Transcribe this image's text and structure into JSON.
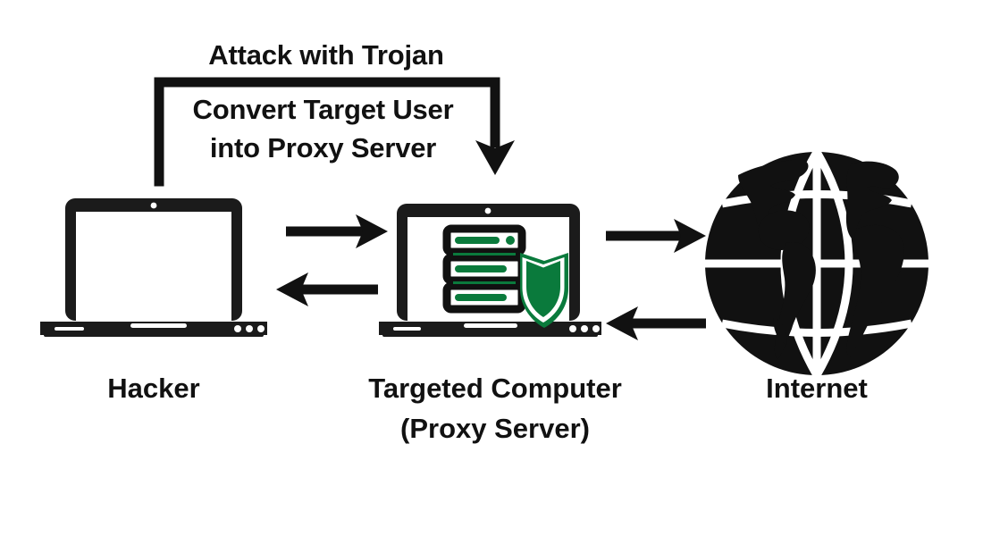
{
  "diagram": {
    "title": "Trojan attack converting a target computer into a proxy server",
    "background_color": "#ffffff",
    "ink_color": "#111111",
    "accent_green": "#0a7a3c",
    "annotations": {
      "attack_label": "Attack with Trojan",
      "convert_label_line1": "Convert Target User",
      "convert_label_line2": "into Proxy Server"
    },
    "nodes": [
      {
        "id": "hacker",
        "icon": "laptop-icon",
        "caption_line1": "Hacker",
        "caption_line2": ""
      },
      {
        "id": "targeted-computer",
        "icon": "laptop-with-server-shield-icon",
        "caption_line1": "Targeted Computer",
        "caption_line2": "(Proxy Server)"
      },
      {
        "id": "internet",
        "icon": "globe-icon",
        "caption_line1": "Internet",
        "caption_line2": ""
      }
    ],
    "connections": [
      {
        "id": "hacker-to-target",
        "from": "hacker",
        "to": "targeted-computer",
        "direction": "right"
      },
      {
        "id": "target-to-hacker",
        "from": "targeted-computer",
        "to": "hacker",
        "direction": "left"
      },
      {
        "id": "target-to-internet",
        "from": "targeted-computer",
        "to": "internet",
        "direction": "right"
      },
      {
        "id": "internet-to-target",
        "from": "internet",
        "to": "targeted-computer",
        "direction": "left"
      },
      {
        "id": "trojan-overhead",
        "from": "hacker",
        "to": "targeted-computer",
        "direction": "down"
      }
    ]
  }
}
